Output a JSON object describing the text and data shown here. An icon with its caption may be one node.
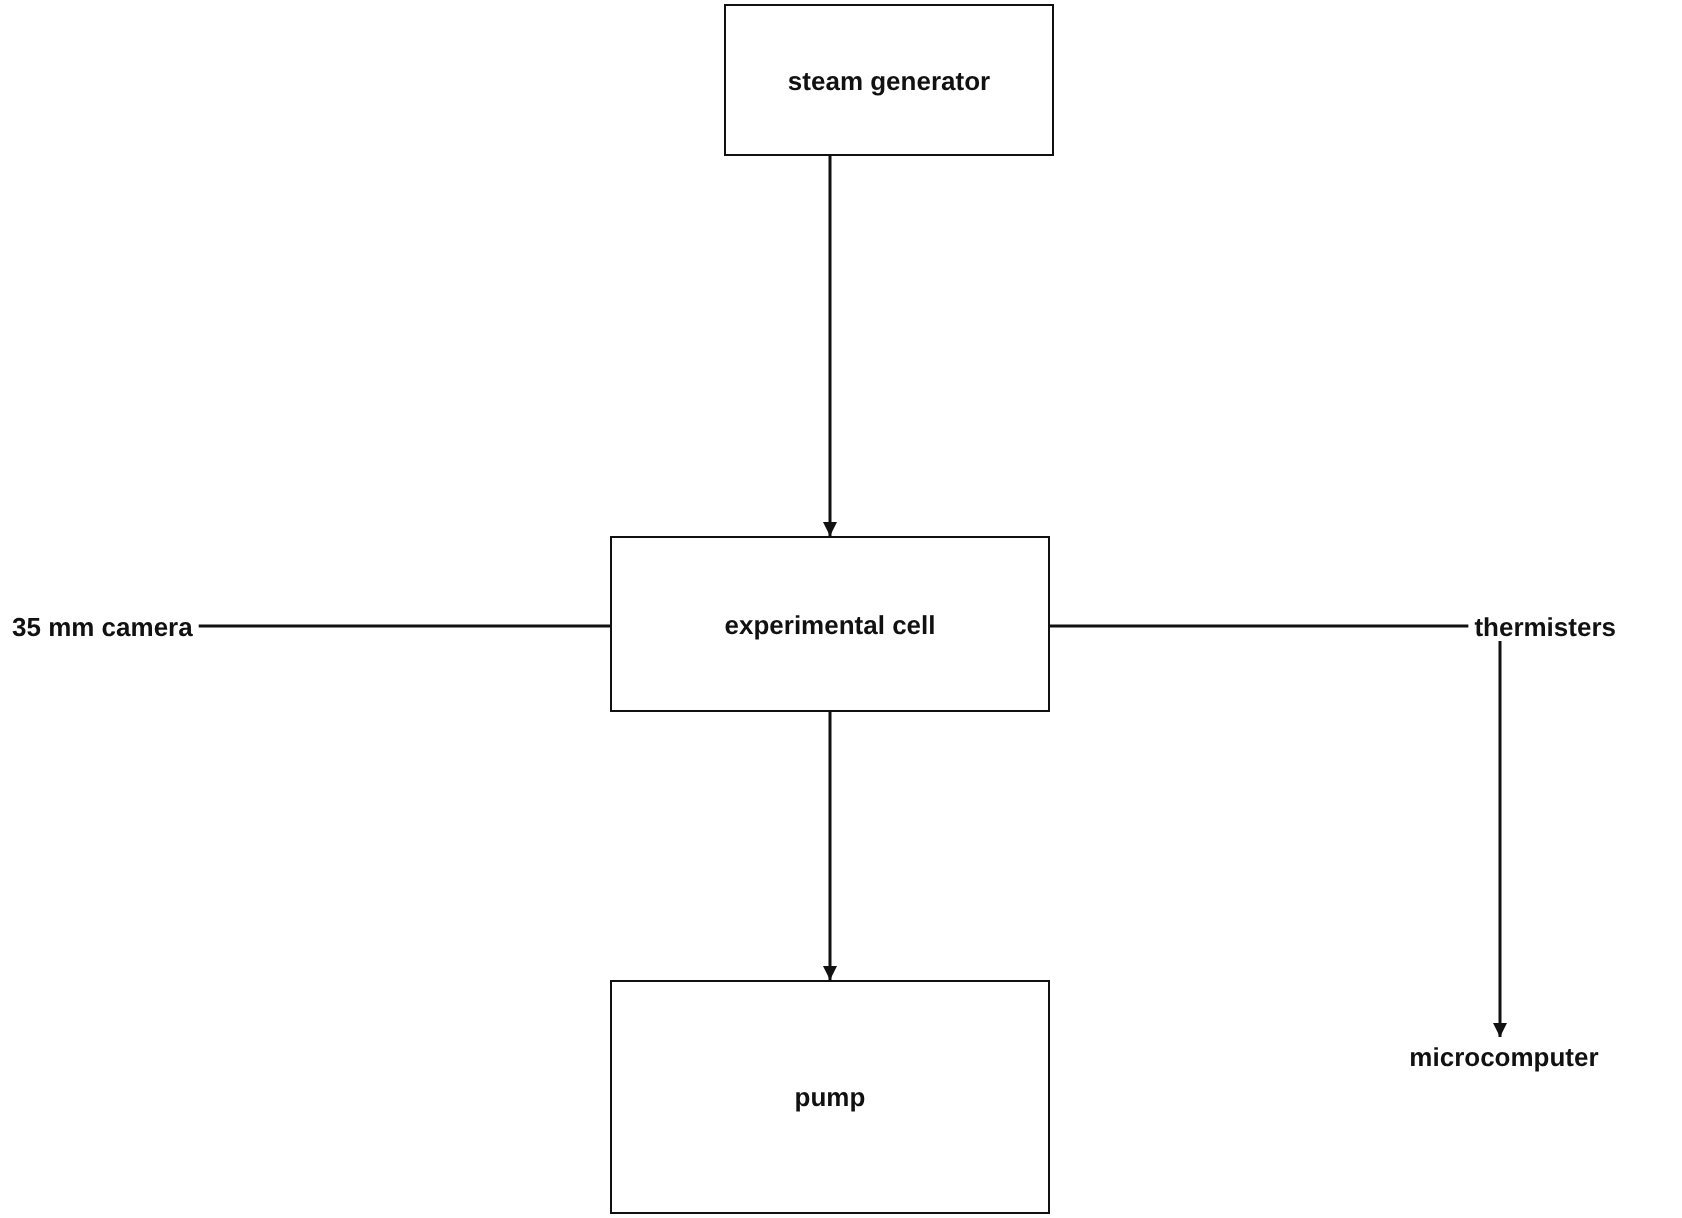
{
  "diagram": {
    "nodes": [
      {
        "text": [
          "steam generator"
        ]
      },
      {
        "text": [
          "35 mm camera"
        ]
      },
      {
        "text": [
          "experimental cell"
        ]
      },
      {
        "text": [
          "thermisters"
        ]
      },
      {
        "text": [
          "pump"
        ]
      },
      {
        "text": [
          "microcomputer"
        ]
      }
    ],
    "edges": [
      {
        "from": 0,
        "to": 2,
        "arrow": "to"
      },
      {
        "from": 1,
        "to": 2,
        "arrow": "none"
      },
      {
        "from": 2,
        "to": 3,
        "arrow": "none"
      },
      {
        "from": 2,
        "to": 4,
        "arrow": "to"
      },
      {
        "from": 3,
        "to": 5,
        "arrow": "to"
      }
    ]
  }
}
